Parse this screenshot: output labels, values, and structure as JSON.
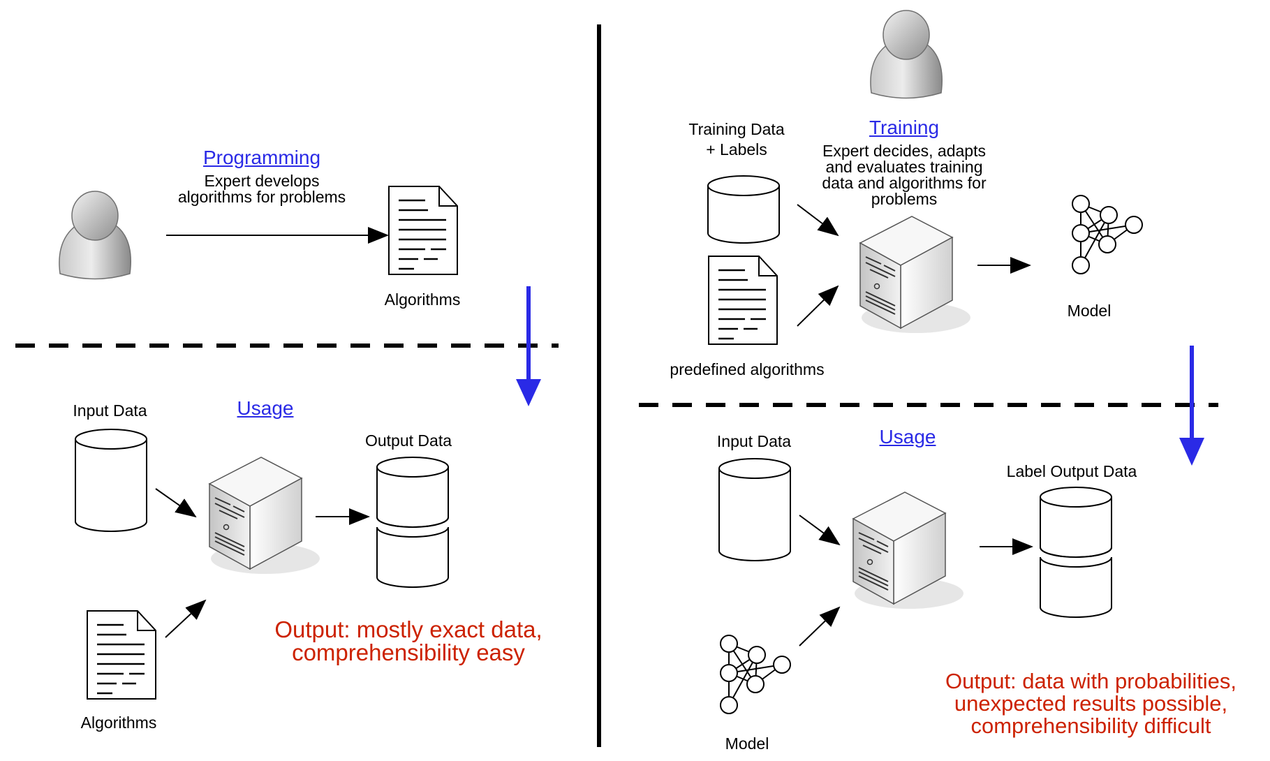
{
  "colors": {
    "heading": "#2a2ae6",
    "result_text": "#cc2200",
    "flow_arrow": "#2a2ae6",
    "line": "#000000"
  },
  "icons": [
    "user-icon",
    "document-icon",
    "database-icon",
    "server-icon",
    "neural-network-icon",
    "arrow-icon"
  ],
  "left": {
    "programming": {
      "heading": "Programming",
      "description": "Expert develops\nalgorithms for problems",
      "algorithms_label": "Algorithms"
    },
    "usage": {
      "heading": "Usage",
      "input_label": "Input Data",
      "output_label": "Output Data",
      "algorithms_label": "Algorithms",
      "result": "Output: mostly exact data,\ncomprehensibility easy"
    }
  },
  "right": {
    "training": {
      "heading": "Training",
      "training_data_label": "Training Data\n+ Labels",
      "description": "Expert decides, adapts\nand evaluates training\ndata and algorithms for\nproblems",
      "predefined_label": "predefined algorithms",
      "model_label": "Model"
    },
    "usage": {
      "heading": "Usage",
      "input_label": "Input Data",
      "output_label": "Label Output Data",
      "model_label": "Model",
      "result": "Output: data with probabilities,\nunexpected results possible,\ncomprehensibility difficult"
    }
  }
}
